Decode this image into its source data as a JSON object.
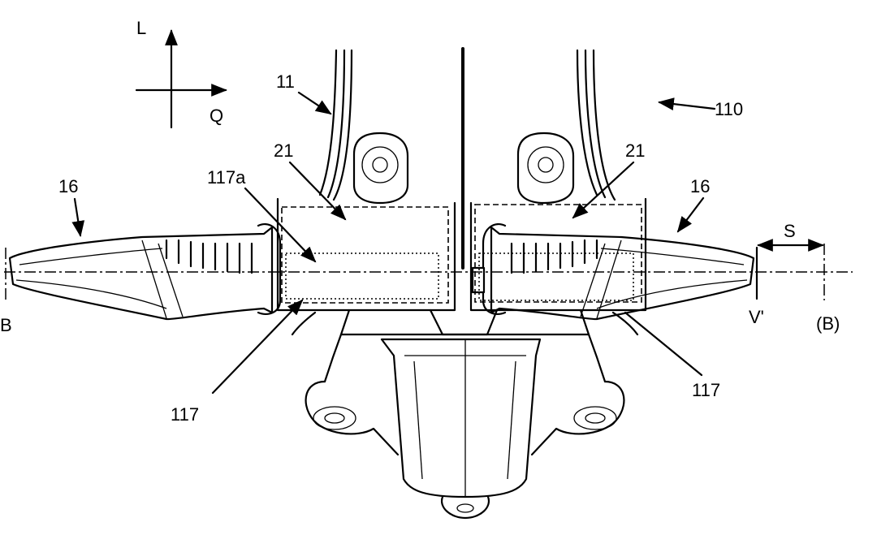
{
  "axes": {
    "vertical_label": "L",
    "horizontal_label": "Q"
  },
  "labels": {
    "ref_11": "11",
    "ref_110": "110",
    "ref_21_left": "21",
    "ref_21_right": "21",
    "ref_16_left": "16",
    "ref_16_right": "16",
    "ref_117a": "117a",
    "ref_117_left": "117",
    "ref_117_right": "117",
    "axis_b_left": "B",
    "axis_b_right": "(B)",
    "offset_s": "S",
    "point_v": "V'"
  }
}
